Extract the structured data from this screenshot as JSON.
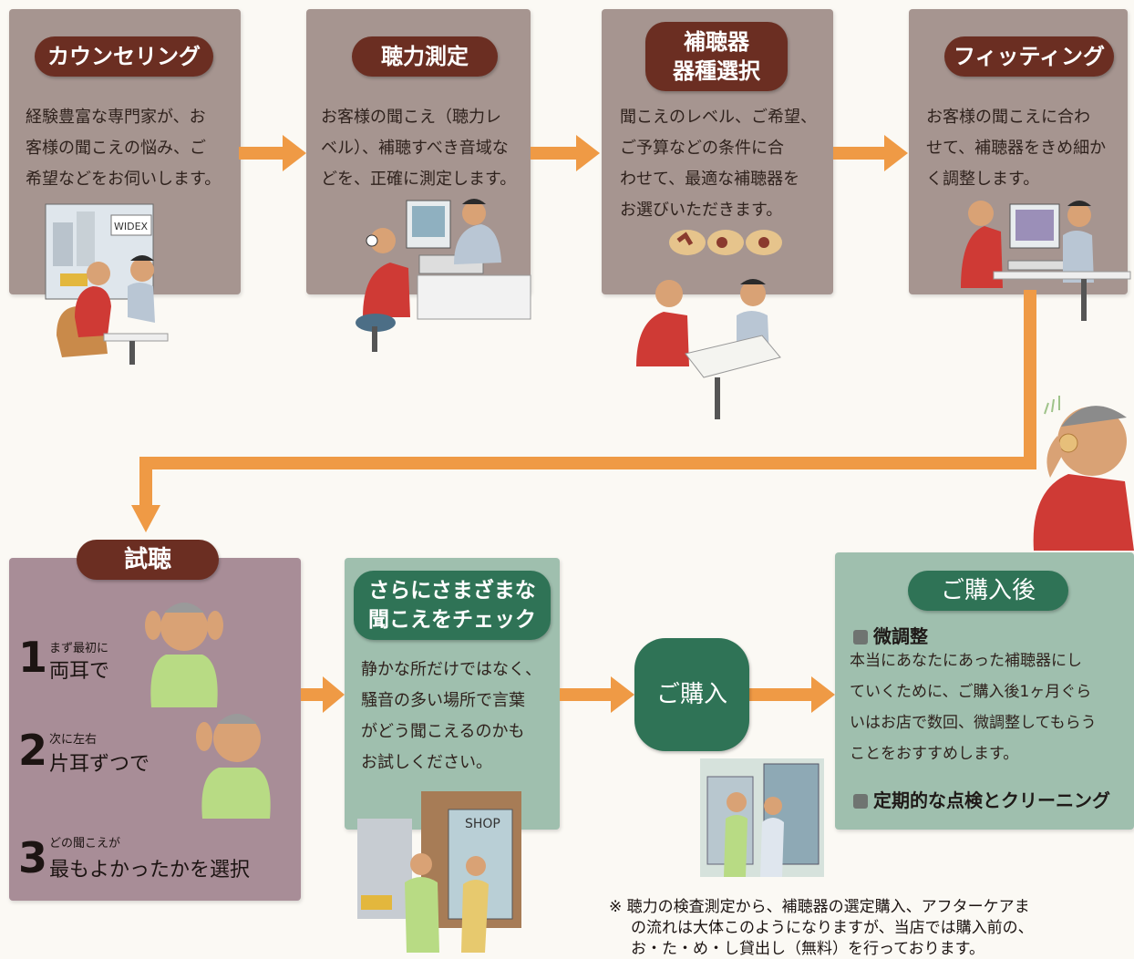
{
  "steps": [
    {
      "title": "カウンセリング",
      "text": "経験豊富な専門家が、お\n客様の聞こえの悩み、ご\n希望などをお伺いします。"
    },
    {
      "title": "聴力測定",
      "text": "お客様の聞こえ（聴力レ\nベル）、補聴すべき音域な\nどを、正確に測定します。"
    },
    {
      "title_line1": "補聴器",
      "title_line2": "器種選択",
      "text": "聞こえのレベル、ご希望、\nご予算などの条件に合\nわせて、最適な補聴器を\nお選びいただきます。"
    },
    {
      "title": "フィッティング",
      "text": "お客様の聞こえに合わ\nせて、補聴器をきめ細か\nく調整します。"
    }
  ],
  "trial": {
    "title": "試聴",
    "items": [
      {
        "num": "1",
        "small": "まず最初に",
        "big": "両耳で"
      },
      {
        "num": "2",
        "small": "次に左右",
        "big": "片耳ずつで"
      },
      {
        "num": "3",
        "small": "どの聞こえが",
        "big": "最もよかったかを選択"
      }
    ]
  },
  "check": {
    "title_line1": "さらにさまざまな",
    "title_line2": "聞こえをチェック",
    "text": "静かな所だけではなく、\n騒音の多い場所で言葉\nがどう聞こえるのかも\nお試しください。"
  },
  "purchase": {
    "label": "ご購入"
  },
  "after": {
    "title": "ご購入後",
    "h1": "微調整",
    "text": "本当にあなたにあった補聴器にし\nていくために、ご購入後1ヶ月ぐら\nいはお店で数回、微調整してもらう\nことをおすすめします。",
    "h2": "定期的な点検とクリーニング"
  },
  "signs": {
    "widex": "WIDEX",
    "shop": "SHOP"
  },
  "note": {
    "mark": "※",
    "line1": "聴力の検査測定から、補聴器の選定購入、アフターケアま",
    "line2": "の流れは大体このようになりますが、当店では購入前の、",
    "line3": "お・た・め・し貸出し（無料）を行っております。"
  },
  "colors": {
    "box_brown": "#a69590",
    "box_mauve": "#a88d97",
    "box_green": "#9fbfae",
    "pill_brown": "#6b2e22",
    "pill_green": "#2f7356",
    "arrow": "#ef9a45"
  }
}
